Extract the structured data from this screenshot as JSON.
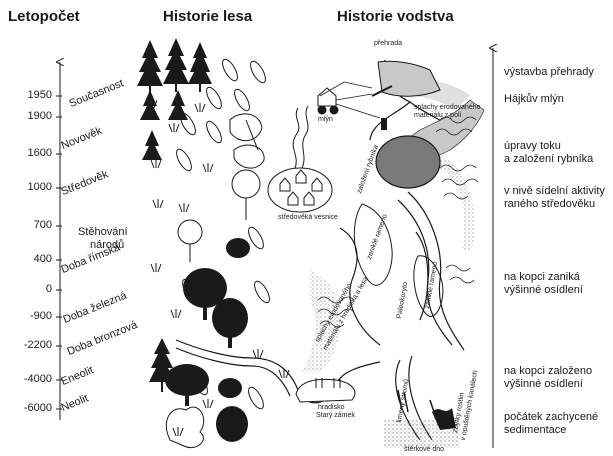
{
  "headers": {
    "chronology": "Letopočet",
    "forest": "Historie lesa",
    "water": "Historie vodstva"
  },
  "years": [
    "1950",
    "1900",
    "1600",
    "1000",
    "700",
    "400",
    "0",
    "-900",
    "-2200",
    "-4000",
    "-6000"
  ],
  "eras": {
    "present": "Současnost",
    "modern": "Novověk",
    "medieval": "Středověk",
    "migration_line1": "Stěhování",
    "migration_line2": "národů",
    "roman": "Doba římská",
    "iron": "Doba železná",
    "bronze": "Doba bronzová",
    "eneolithic": "Eneolit",
    "neolithic": "Neolit"
  },
  "events": {
    "dam": "výstavba přehrady",
    "mill": "Hájkův mlýn",
    "regulation_line1": "úpravy toku",
    "regulation_line2": "a založení rybníka",
    "settlement_line1": "v nivě sídelní aktivity",
    "settlement_line2": "raného středověku",
    "hill_gone_line1": "na kopci zaniká",
    "hill_gone_line2": "výšinné osídlení",
    "hill_founded_line1": "na kopci založeno",
    "hill_founded_line2": "výšinné osídlení",
    "sedimentation_line1": "počátek zachycené",
    "sedimentation_line2": "sedimentace"
  },
  "diagram_labels": {
    "dam": "přehrada",
    "mill": "mlýn",
    "erosion_field_line1": "splachy erodovaného",
    "erosion_field_line2": "materiálu z polí",
    "pond": "založení rybníka",
    "village": "středověká vesnice",
    "abandoned_arm_1": "zaniklé rameno",
    "abandoned_arm_2": "zaniklé rameno",
    "floodplain_tumble": "Paleokoryto",
    "erosion_hillfort_line1": "splachy erodovaného",
    "erosion_hillfort_line2": "materiálu z hradiska a lesa",
    "hillfort_line1": "hradisko",
    "hillfort_line2": "Starý zámek",
    "channel_shifts": "kmeny stromů",
    "plant_remains_line1": "zbytky rostlin",
    "plant_remains_line2": "v opuštěných kanálech",
    "gravel_bottom": "štěrkové dno"
  },
  "colors": {
    "ink": "#1a1a1a",
    "pond": "#7a7a7a",
    "silt": "#c8c8c8"
  }
}
